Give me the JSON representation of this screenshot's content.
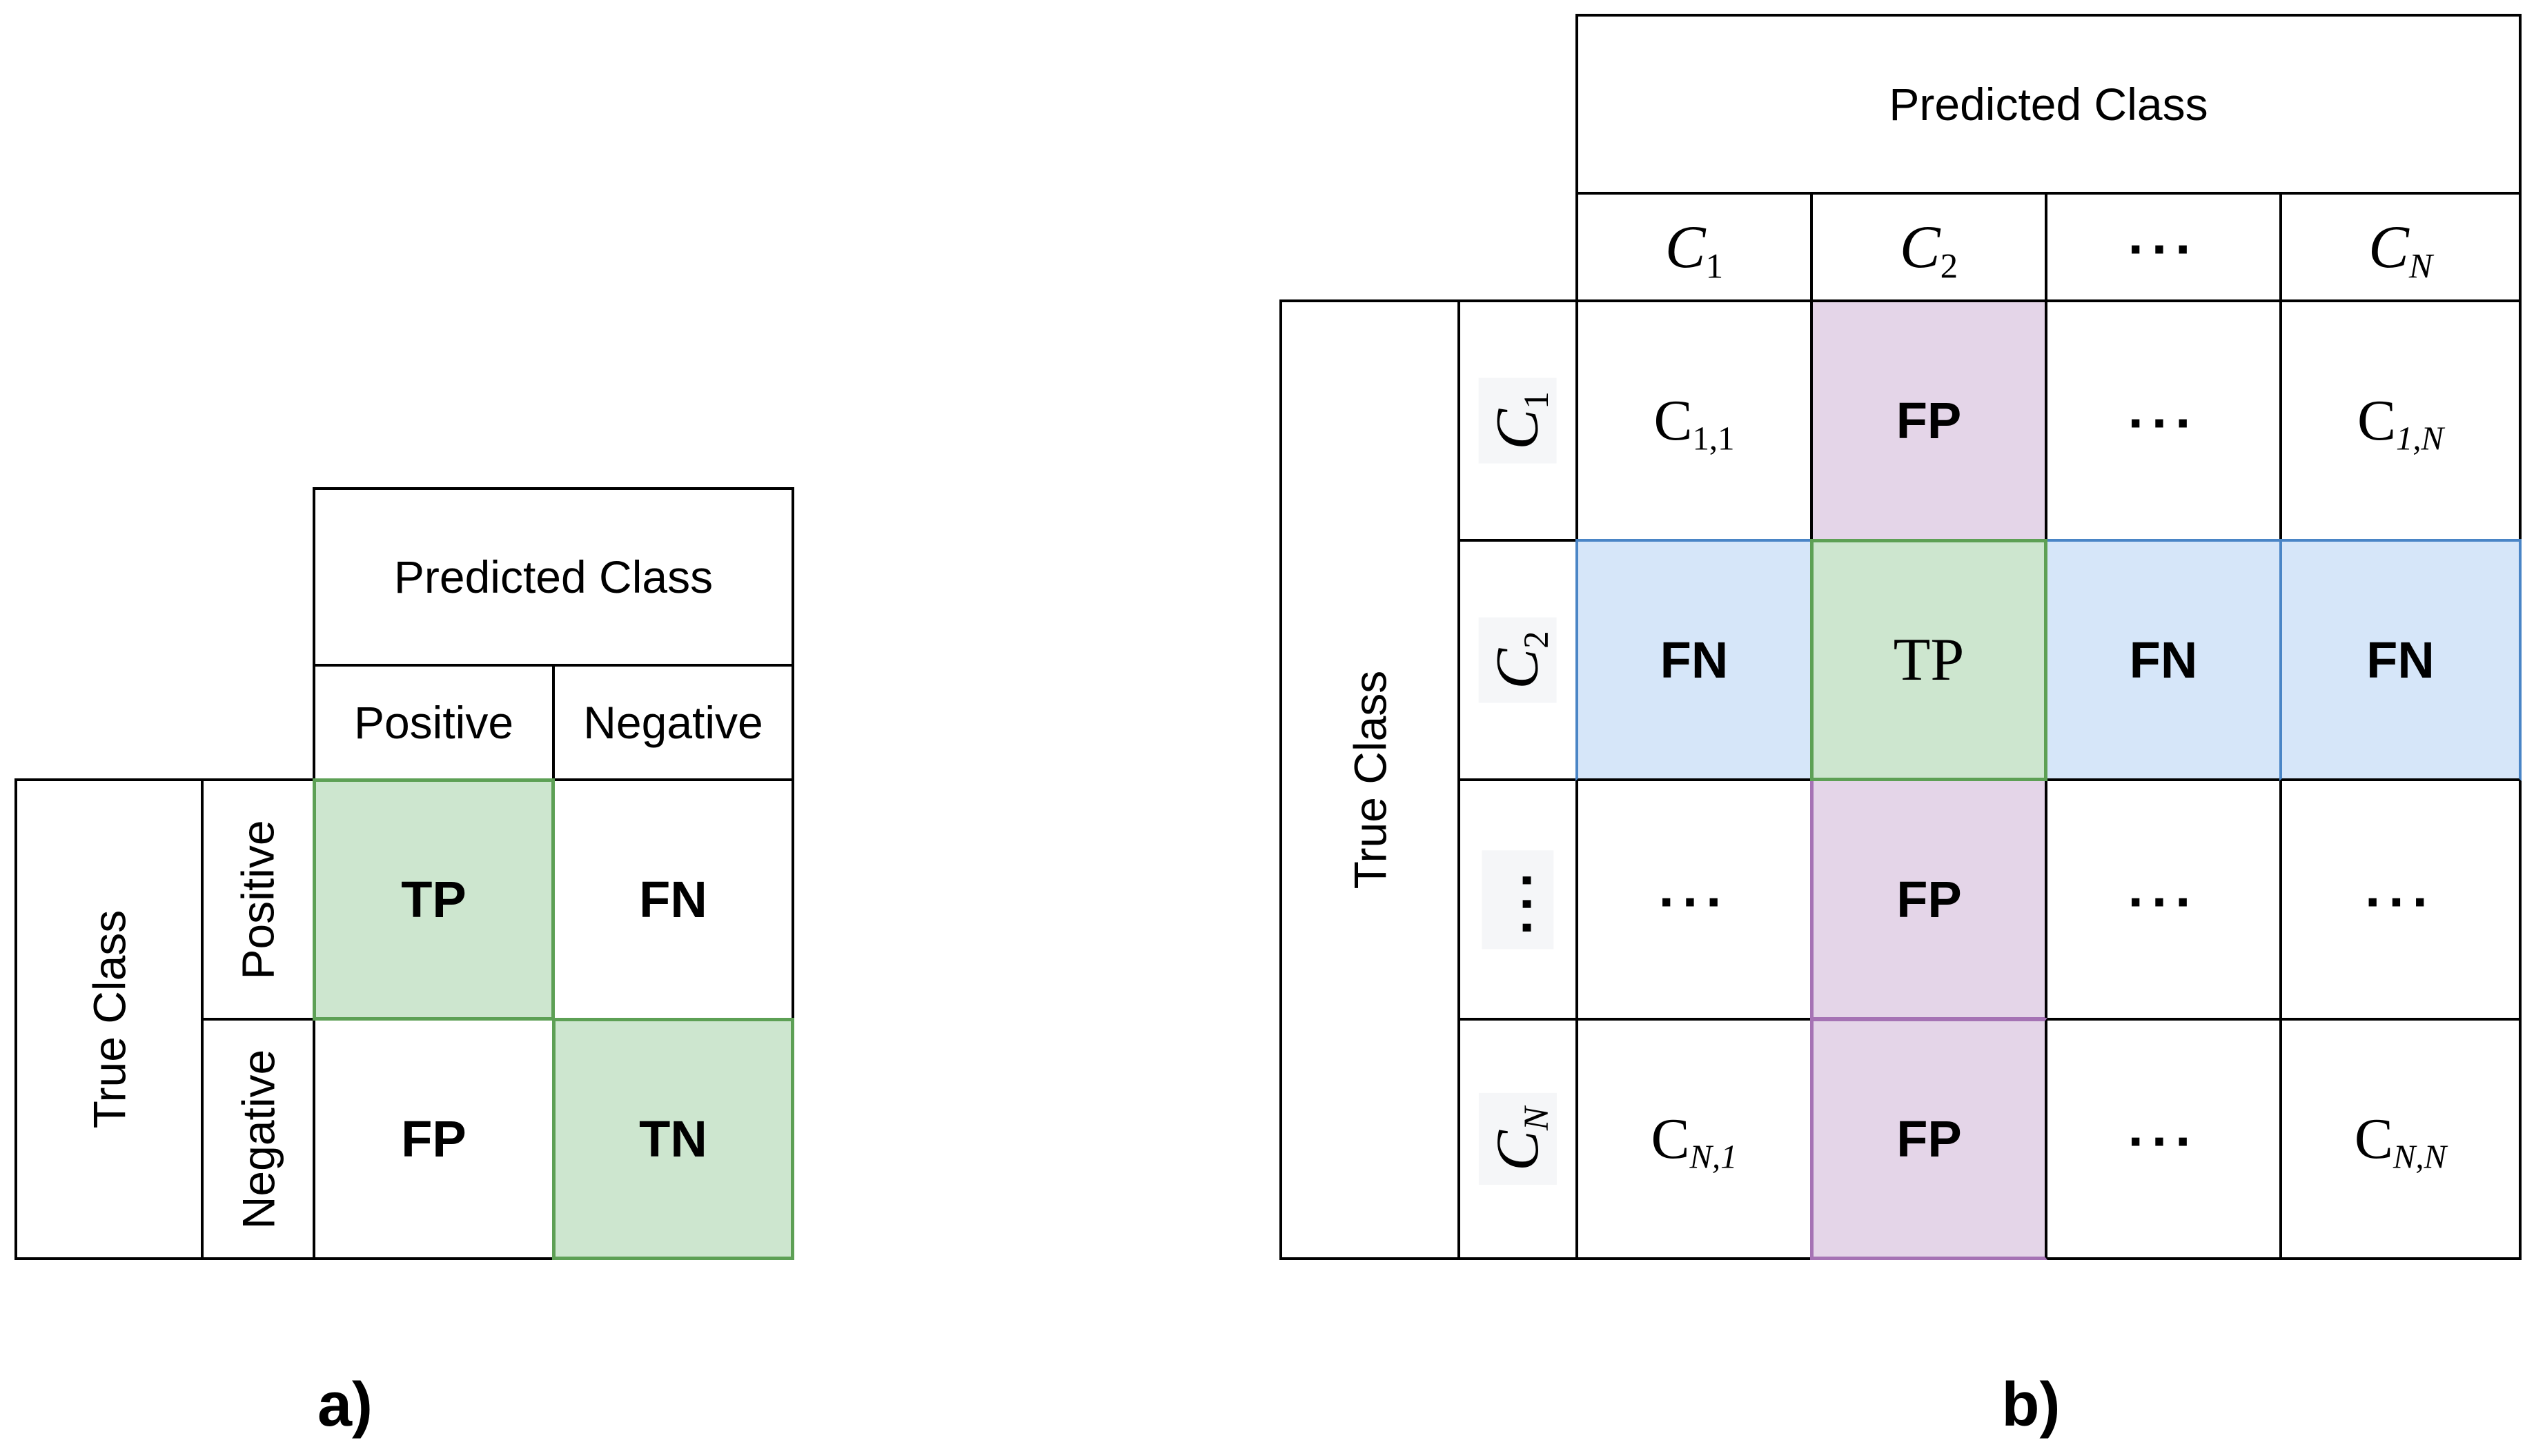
{
  "figure": {
    "panel_a_label": "a)",
    "panel_b_label": "b)",
    "colors": {
      "green_fill": "#cde6cf",
      "green_border": "#5da055",
      "blue_fill": "#d6e6f9",
      "blue_border": "#4a85c6",
      "purple_fill": "#e4d5e8",
      "purple_border": "#a573b4",
      "grid_border": "#000000",
      "math_label_box": "#f5f6f8"
    },
    "table_a": {
      "predicted_class_label": "Predicted Class",
      "true_class_label": "True Class",
      "col_headers": {
        "positive": "Positive",
        "negative": "Negative"
      },
      "row_headers": {
        "positive": "Positive",
        "negative": "Negative"
      },
      "cells": {
        "tp": "TP",
        "fn": "FN",
        "fp": "FP",
        "tn": "TN"
      }
    },
    "table_b": {
      "predicted_class_label": "Predicted Class",
      "true_class_label": "True Class",
      "col_headers": {
        "c1": {
          "base": "C",
          "sub": "1"
        },
        "c2": {
          "base": "C",
          "sub": "2"
        },
        "dots": "...",
        "cn": {
          "base": "C",
          "sub": "N"
        }
      },
      "row_headers": {
        "c1": {
          "base": "C",
          "sub": "1"
        },
        "c2": {
          "base": "C",
          "sub": "2"
        },
        "dots": "...",
        "cn": {
          "base": "C",
          "sub": "N"
        }
      },
      "cells": {
        "r1": {
          "c1": {
            "base": "C",
            "sub": "1,1"
          },
          "c2": "FP",
          "c3": "...",
          "c4": {
            "base": "C",
            "sub": "1,N"
          }
        },
        "r2": {
          "c1": "FN",
          "c2": "TP",
          "c3": "FN",
          "c4": "FN"
        },
        "r3": {
          "c1": "...",
          "c2": "FP",
          "c3": "...",
          "c4": "..."
        },
        "r4": {
          "c1": {
            "base": "C",
            "sub": "N,1"
          },
          "c2": "FP",
          "c3": "...",
          "c4": {
            "base": "C",
            "sub": "N,N"
          }
        }
      }
    }
  }
}
